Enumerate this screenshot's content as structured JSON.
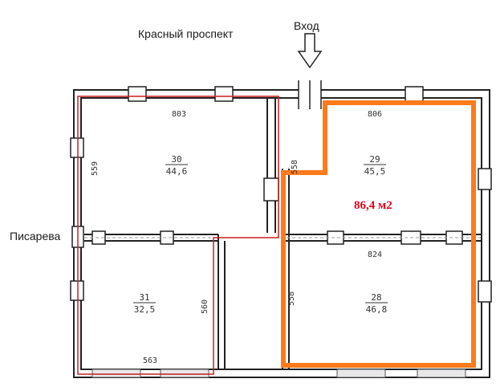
{
  "labels": {
    "street_top": "Красный проспект",
    "street_left": "Писарева",
    "entrance": "Вход",
    "highlight_area": "86,4 м2"
  },
  "rooms": [
    {
      "id": "30",
      "number": "30",
      "area": "44,6"
    },
    {
      "id": "29",
      "number": "29",
      "area": "45,5"
    },
    {
      "id": "31",
      "number": "31",
      "area": "32,5"
    },
    {
      "id": "28",
      "number": "28",
      "area": "46,8"
    }
  ],
  "dimensions": {
    "d803": "803",
    "d806": "806",
    "d559": "559",
    "d558_upper": "558",
    "d560": "560",
    "d558_lower": "558",
    "d824": "824",
    "d563": "563"
  },
  "colors": {
    "highlight": "#ff7a1a",
    "outline_red": "#c81e1e",
    "wall": "#222222",
    "area_text": "#e0001b"
  }
}
